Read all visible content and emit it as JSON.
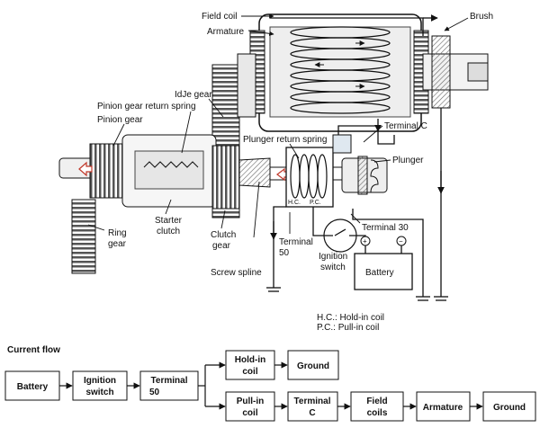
{
  "labels": {
    "field_coil": "Field coil",
    "brush": "Brush",
    "armature": "Armature",
    "idle_gear": "IdJe gear",
    "pinion_return_spring": "Pinion gear return spring",
    "pinion_gear": "Pinion gear",
    "terminal_c": "Terminal C",
    "plunger_return_spring": "Plunger return spring",
    "plunger": "Plunger",
    "hc_mark": "H.C.",
    "pc_mark": "P.C.",
    "ring_gear_1": "Ring",
    "ring_gear_2": "gear",
    "starter_clutch_1": "Starter",
    "starter_clutch_2": "clutch",
    "clutch_gear_1": "Clutch",
    "clutch_gear_2": "gear",
    "terminal_30": "Terminal 30",
    "terminal_50_1": "Terminal",
    "terminal_50_2": "50",
    "ignition_switch_1": "Ignition",
    "ignition_switch_2": "switch",
    "battery": "Battery",
    "plus": "+",
    "minus": "−",
    "screw_spline": "Screw spline"
  },
  "legend": {
    "hc": "H.C.:  Hold-in coil",
    "pc": "P.C.:  Pull-in coil"
  },
  "current_flow": {
    "title": "Current flow",
    "battery": "Battery",
    "ignition_1": "Ignition",
    "ignition_2": "switch",
    "terminal50_1": "Terminal",
    "terminal50_2": "50",
    "holdin_1": "Hold-in",
    "holdin_2": "coil",
    "ground_top": "Ground",
    "pullin_1": "Pull-in",
    "pullin_2": "coil",
    "terminalc_1": "Terminal",
    "terminalc_2": "C",
    "field_1": "Field",
    "field_2": "coils",
    "armature": "Armature",
    "ground_bottom": "Ground"
  }
}
